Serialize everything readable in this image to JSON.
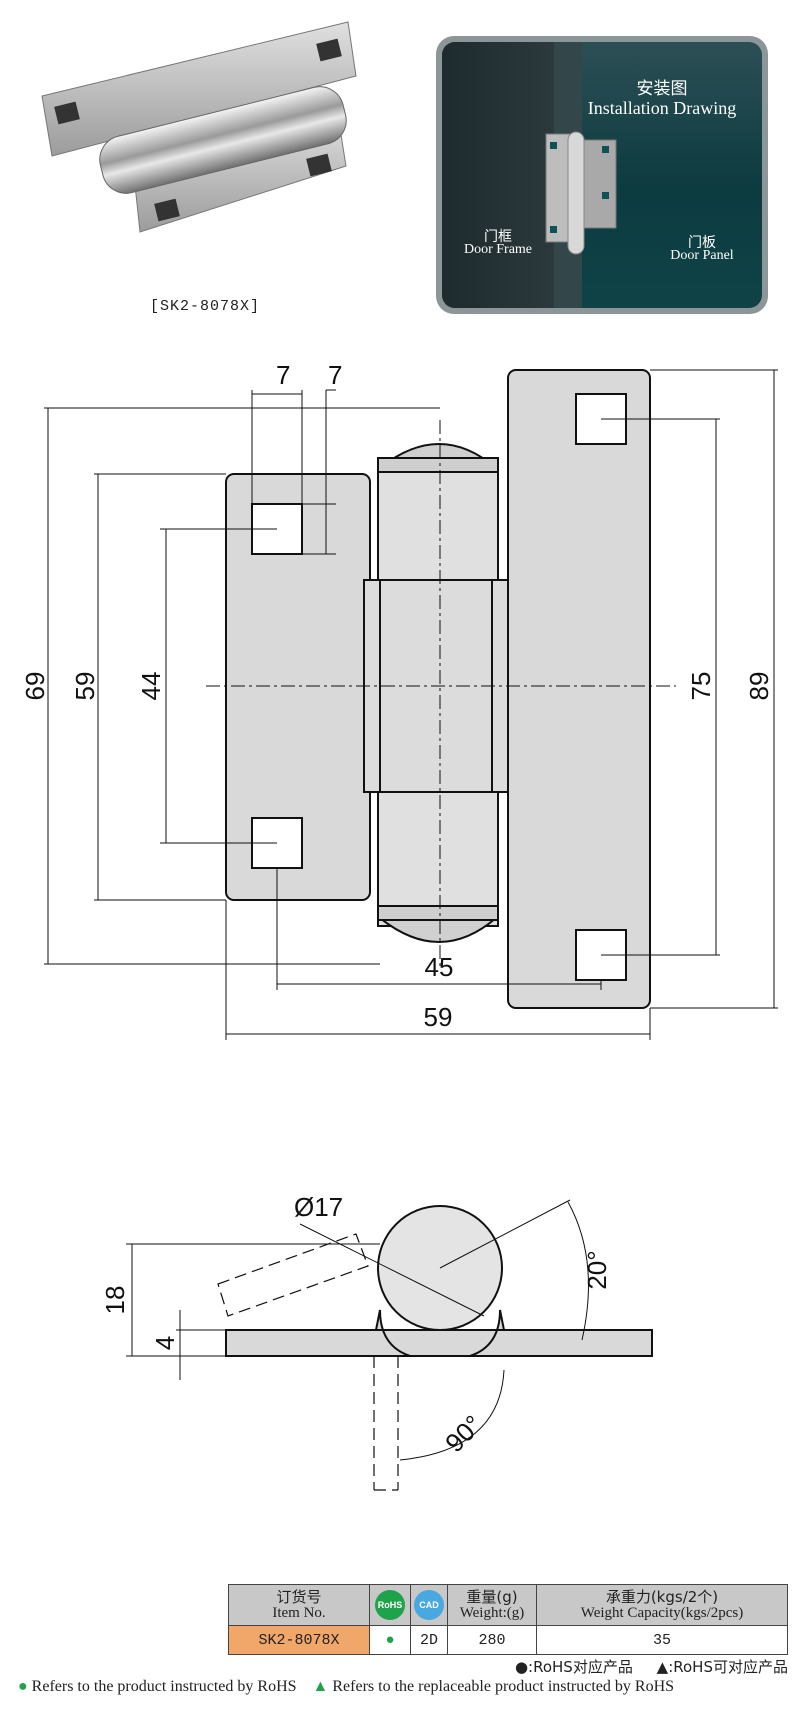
{
  "product": {
    "caption": "[SK2-8078X]"
  },
  "install": {
    "title_cn": "安装图",
    "title_en": "Installation Drawing",
    "frame_cn": "门框",
    "frame_en": "Door Frame",
    "panel_cn": "门板",
    "panel_en": "Door Panel"
  },
  "front_view": {
    "dims": {
      "hole_w": "7",
      "hole_h": "7",
      "overall_left": "69",
      "left_leaf": "59",
      "left_holes": "44",
      "right_holes": "75",
      "right_leaf": "89",
      "hole_span": "45",
      "overall_width": "59"
    }
  },
  "side_view": {
    "dims": {
      "diameter": "Ø17",
      "height": "18",
      "thickness": "4",
      "angle_open": "20°",
      "angle_rot": "90°"
    }
  },
  "spec_table": {
    "headers": {
      "item_cn": "订货号",
      "item_en": "Item No.",
      "rohs_icon": "RoHS",
      "cad_icon": "CAD",
      "weight_cn": "重量(g)",
      "weight_en": "Weight:(g)",
      "capacity_cn": "承重力(kgs/2个)",
      "capacity_en": "Weight Capacity(kgs/2pcs)"
    },
    "rows": [
      {
        "item": "SK2-8078X",
        "rohs": "●",
        "cad": "2D",
        "weight": "280",
        "capacity": "35"
      }
    ]
  },
  "legend": {
    "rohs_cn": "●:RoHS对应产品",
    "replace_cn": "▲:RoHS可对应产品",
    "rohs_en": "Refers to the product instructed by RoHS",
    "replace_en": "Refers to the replaceable product instructed by RoHS"
  },
  "colors": {
    "part_fill": "#d9d9d9",
    "item_cell": "#f2a76a",
    "header_cell": "#c8c8c8",
    "legend_mark": "#1fa34a"
  }
}
